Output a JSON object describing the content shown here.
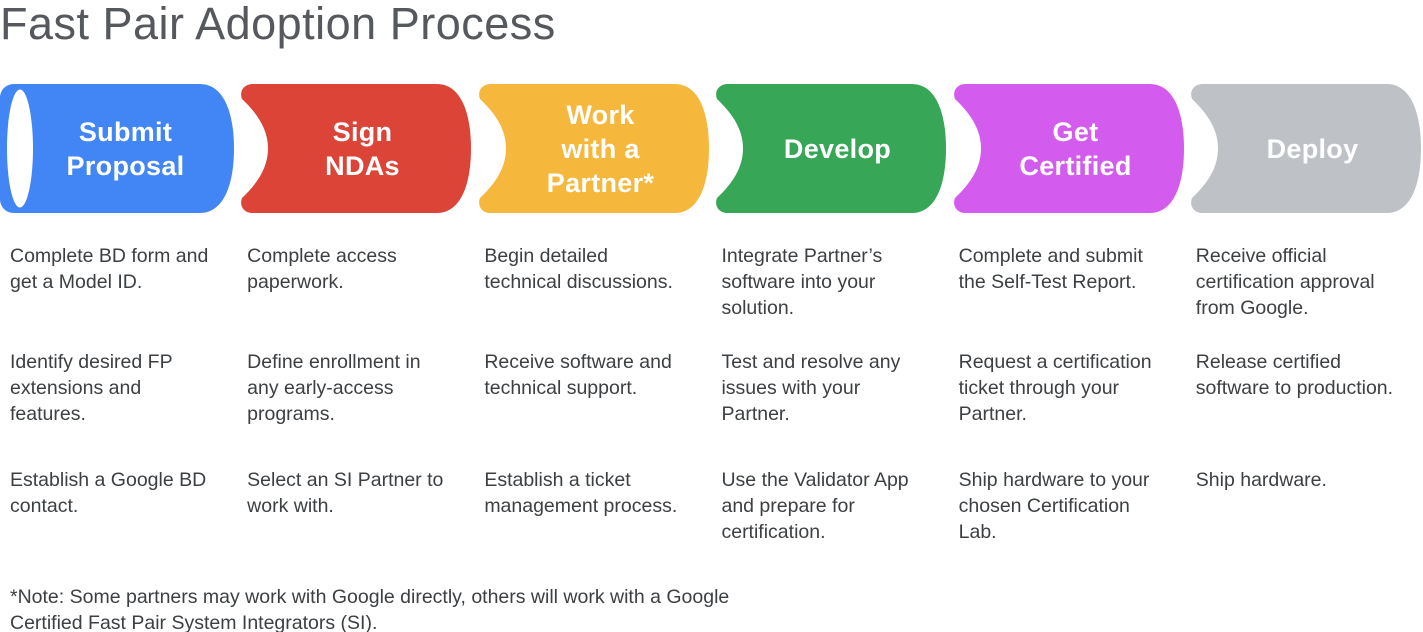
{
  "title": "Fast Pair Adoption Process",
  "stages": [
    {
      "label": "Submit\nProposal",
      "color": "#4285F4",
      "steps": [
        "Complete BD form and get a Model ID.",
        "Identify desired FP extensions and features.",
        "Establish a Google BD contact."
      ]
    },
    {
      "label": "Sign\nNDAs",
      "color": "#DB4437",
      "steps": [
        "Complete access paperwork.",
        "Define enrollment in any early-access programs.",
        "Select an SI Partner to work with."
      ]
    },
    {
      "label": "Work\nwith a\nPartner*",
      "color": "#F6B83C",
      "steps": [
        "Begin detailed technical discussions.",
        "Receive software and technical support.",
        "Establish a ticket management process."
      ]
    },
    {
      "label": "Develop",
      "color": "#37A657",
      "steps": [
        "Integrate Partner’s software into your solution.",
        "Test and resolve any issues with your Partner.",
        "Use the Validator App and prepare for certification."
      ]
    },
    {
      "label": "Get\nCertified",
      "color": "#D35CEE",
      "steps": [
        "Complete and submit the Self-Test Report.",
        "Request a certification ticket through your Partner.",
        "Ship hardware to your chosen Certification Lab."
      ]
    },
    {
      "label": "Deploy",
      "color": "#BEC2C7",
      "steps": [
        "Receive official certification approval from Google.",
        "Release certified software to production.",
        "Ship hardware."
      ]
    }
  ],
  "footnote": "*Note: Some partners may work with Google directly, others will work with a Google Certified Fast Pair System Integrators (SI)."
}
